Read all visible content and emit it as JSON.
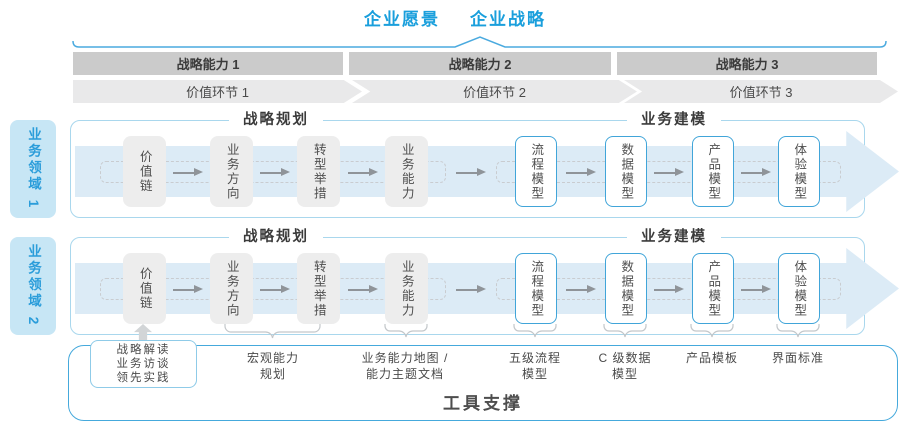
{
  "header": {
    "vision": "企业愿景",
    "strategy": "企业战略"
  },
  "capabilities": [
    "战略能力 1",
    "战略能力 2",
    "战略能力 3"
  ],
  "value_links": [
    "价值环节 1",
    "价值环节 2",
    "价值环节 3"
  ],
  "domains": [
    "业务领域 1",
    "业务领域 2"
  ],
  "flow": {
    "planning_header": "战略规划",
    "modeling_header": "业务建模",
    "planning_boxes": [
      "价值链",
      "业务方向",
      "转型举措",
      "业务能力"
    ],
    "modeling_boxes": [
      "流程模型",
      "数据模型",
      "产品模型",
      "体验模型"
    ]
  },
  "annotations": {
    "practice_box": "战略解读\n业务访谈\n领先实践",
    "labels": [
      "宏观能力\n规划",
      "业务能力地图 /\n能力主题文档",
      "五级流程\n模型",
      "C 级数据\n模型",
      "产品模板",
      "界面标准"
    ]
  },
  "footer": {
    "label": "工具支撑"
  },
  "colors": {
    "accent_blue": "#1a9fdc",
    "row_border_blue": "#a9d7ed",
    "band_blue": "#dcebf6",
    "box_border_blue": "#41a5d9",
    "domain_tab_bg": "#c7e6f5",
    "capability_bar_gray": "#cbcbcb",
    "chevron_gray": "#e9e9ea",
    "box_gray": "#ededed",
    "tools_border_blue": "#45a9dc"
  }
}
